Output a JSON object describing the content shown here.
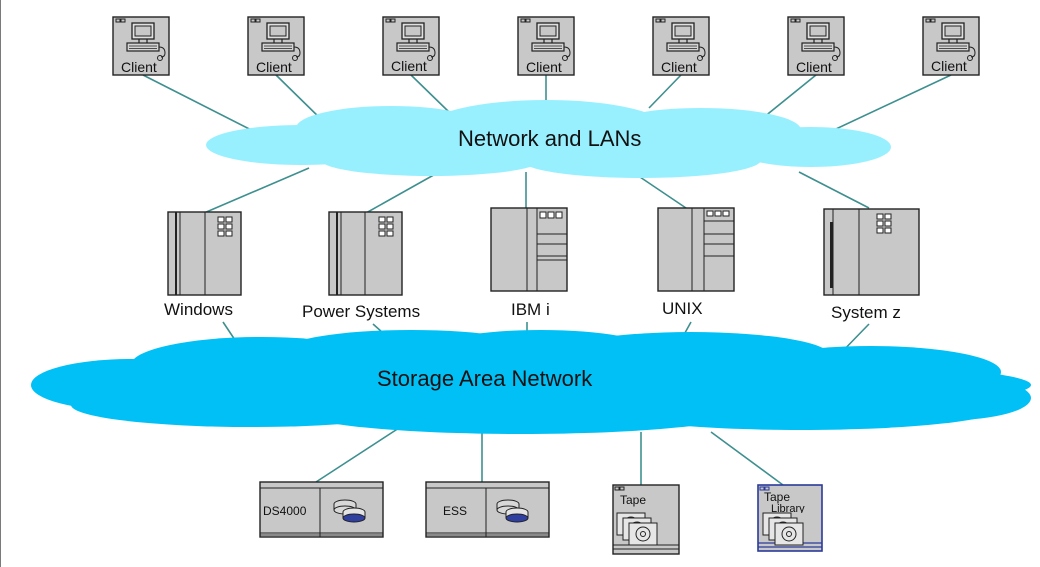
{
  "network_cloud": {
    "label": "Network and LANs"
  },
  "san_cloud": {
    "label": "Storage Area Network"
  },
  "clients": [
    {
      "label": "Client"
    },
    {
      "label": "Client"
    },
    {
      "label": "Client"
    },
    {
      "label": "Client"
    },
    {
      "label": "Client"
    },
    {
      "label": "Client"
    },
    {
      "label": "Client"
    }
  ],
  "servers": [
    {
      "label": "Windows"
    },
    {
      "label": "Power Systems"
    },
    {
      "label": "IBM i"
    },
    {
      "label": "UNIX"
    },
    {
      "label": "System z"
    }
  ],
  "storage": [
    {
      "label": "DS4000"
    },
    {
      "label": "ESS"
    },
    {
      "label": "Tape"
    },
    {
      "label": "Tape",
      "sub": "Library"
    }
  ],
  "colors": {
    "network_cloud": "#98f0ff",
    "san_cloud": "#00c0f6",
    "link": "#3e8f8f",
    "device_fill": "#c8c8c8",
    "library_accent": "#2a3a9a"
  }
}
